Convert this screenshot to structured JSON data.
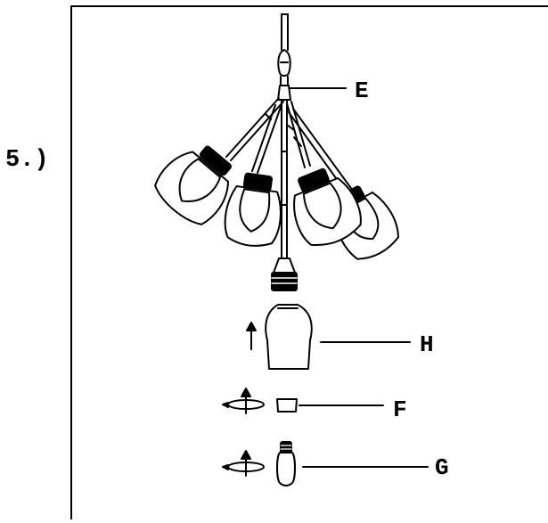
{
  "step_label": "5.)",
  "parts": {
    "e": "E",
    "h": "H",
    "f": "F",
    "g": "G"
  },
  "icons": {
    "lift_arrow": "up-arrow-icon",
    "rotate_arrow": "rotate-arrow-icon"
  },
  "colors": {
    "line": "#000000",
    "background": "#ffffff"
  }
}
